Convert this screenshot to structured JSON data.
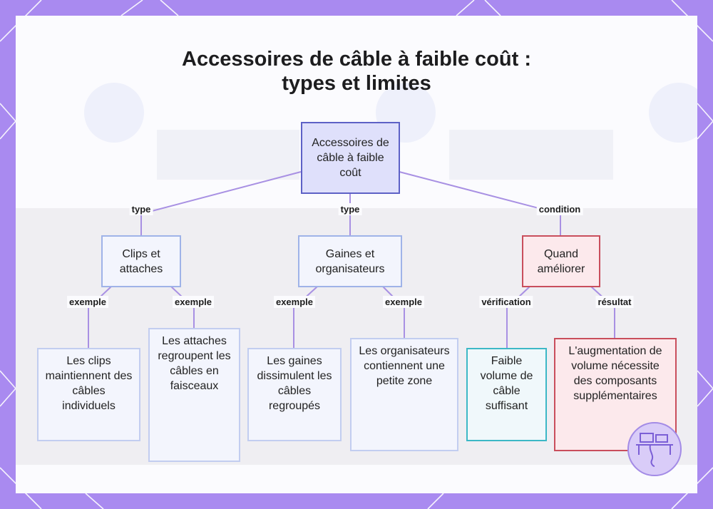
{
  "title": {
    "line1": "Accessoires de câble à faible coût :",
    "line2": "types et limites"
  },
  "nodes": {
    "root": "Accessoires de câble à faible coût",
    "clips": "Clips et attaches",
    "gaines": "Gaines et organisateurs",
    "quand": "Quand améliorer",
    "clips_leaf": "Les clips maintiennent des câbles individuels",
    "attaches_leaf": "Les attaches regroupent les câbles en faisceaux",
    "gaines_leaf": "Les gaines dissimulent les câbles regroupés",
    "organisateurs_leaf": "Les organisateurs contiennent une petite zone",
    "faible_leaf": "Faible volume de câble suffisant",
    "augmentation_leaf": "L'augmentation de volume nécessite des composants supplémentaires"
  },
  "edges": {
    "type_left": "type",
    "type_mid": "type",
    "condition": "condition",
    "exemple_1": "exemple",
    "exemple_2": "exemple",
    "exemple_3": "exemple",
    "exemple_4": "exemple",
    "verification": "vérification",
    "resultat": "résultat"
  },
  "colors": {
    "background": "#a98af0",
    "panel": "#fbfbfe",
    "edge": "#a890e3",
    "root_border": "#5d61c6",
    "condition_border": "#c94e5c",
    "verification_border": "#3cb8c6"
  },
  "icons": {
    "badge": "desk-workstation-icon"
  }
}
